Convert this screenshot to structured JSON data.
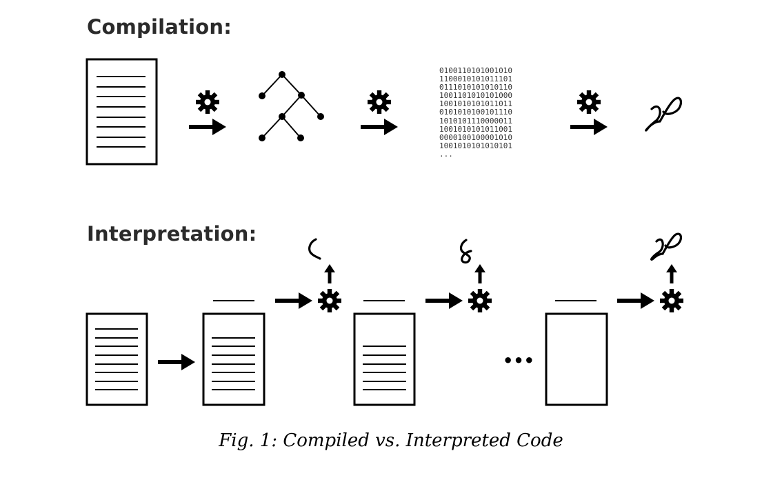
{
  "compilation": {
    "heading": "Compilation:",
    "binary_lines": [
      "0100110101001010",
      "1100010101011101",
      "0111010101010110",
      "1001101010101000",
      "1001010101011011",
      "0101010100101110",
      "1010101110000011",
      "1001010101011001",
      "0000100100001010",
      "1001010101010101",
      "..."
    ]
  },
  "interpretation": {
    "heading": "Interpretation:",
    "ellipsis": "•••"
  },
  "icons": {
    "gear": "gear-icon",
    "arrow": "arrow-right-icon",
    "arrow_up": "arrow-up-icon",
    "document": "document-icon",
    "tree": "syntax-tree-icon",
    "squiggle": "squiggle-output-icon"
  },
  "caption": "Fig. 1: Compiled vs. Interpreted Code",
  "colors": {
    "ink": "#000000",
    "heading": "#2b2b2b"
  }
}
